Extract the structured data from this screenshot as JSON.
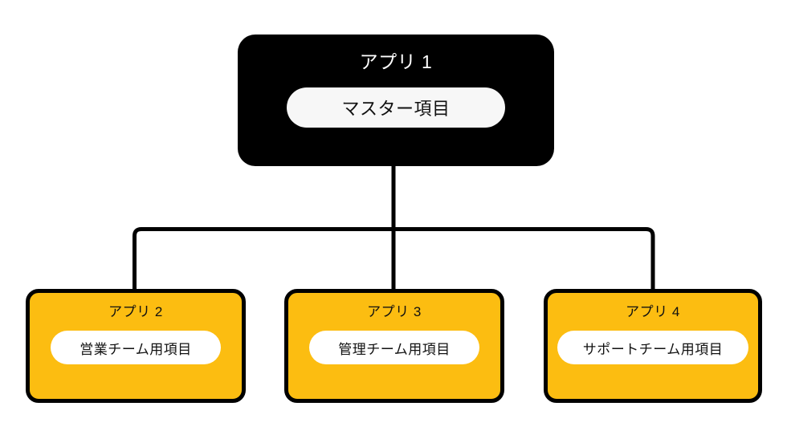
{
  "diagram": {
    "type": "hierarchy-tree",
    "orientation": "top-down",
    "colors": {
      "root_fill": "#000000",
      "root_text": "#ffffff",
      "child_fill": "#fcbd11",
      "child_text": "#111111",
      "pill_fill": "#ffffff",
      "pill_text": "#111111",
      "connector": "#000000",
      "background": "#ffffff"
    },
    "root": {
      "id": "app1",
      "title": "アプリ 1",
      "pill_label": "マスター項目"
    },
    "children": [
      {
        "id": "app2",
        "title": "アプリ 2",
        "pill_label": "営業チーム用項目"
      },
      {
        "id": "app3",
        "title": "アプリ 3",
        "pill_label": "管理チーム用項目"
      },
      {
        "id": "app4",
        "title": "アプリ 4",
        "pill_label": "サポートチーム用項目"
      }
    ]
  }
}
